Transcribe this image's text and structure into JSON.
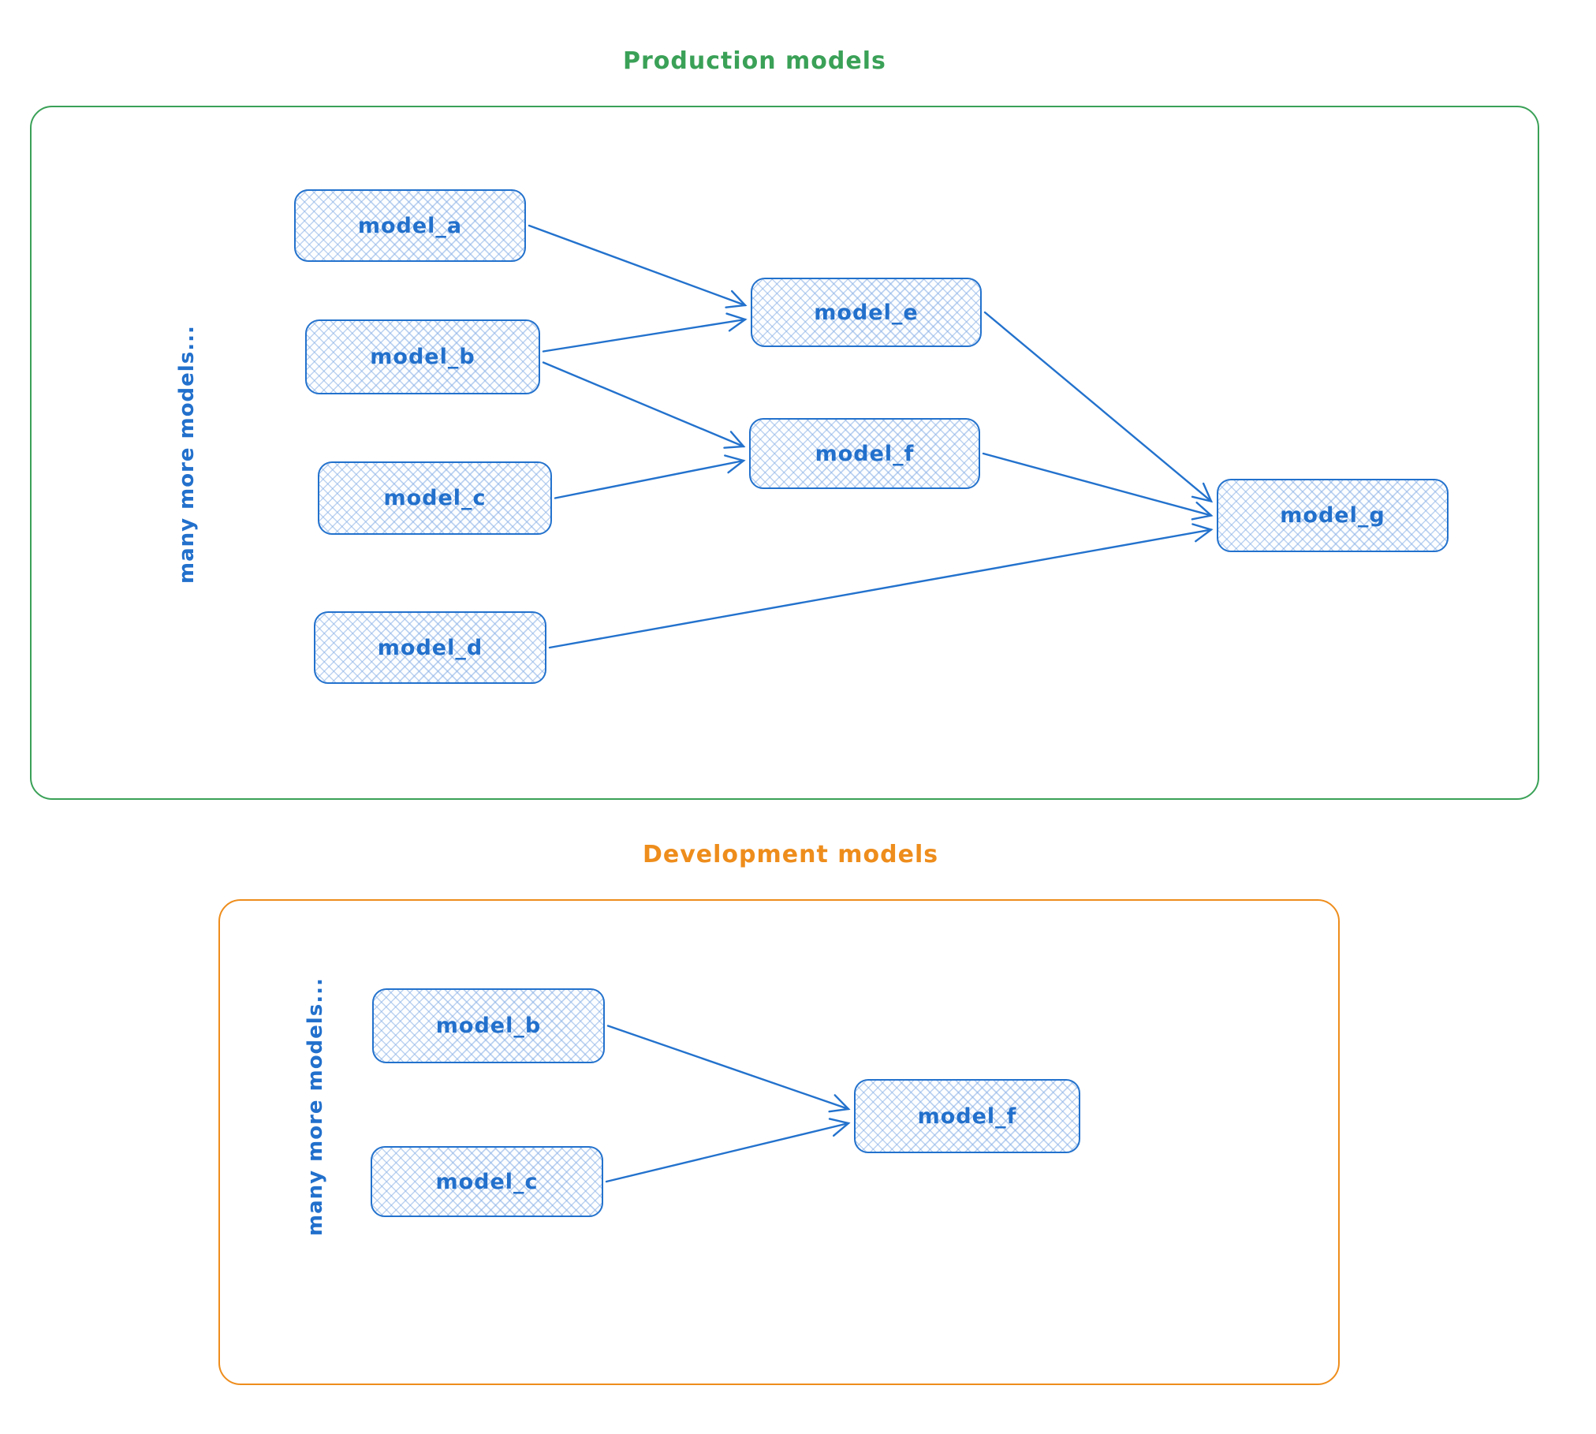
{
  "production": {
    "title": "Production models",
    "side_note": "many more models...",
    "nodes": [
      {
        "id": "prod_model_a",
        "label": "model_a"
      },
      {
        "id": "prod_model_b",
        "label": "model_b"
      },
      {
        "id": "prod_model_c",
        "label": "model_c"
      },
      {
        "id": "prod_model_d",
        "label": "model_d"
      },
      {
        "id": "prod_model_e",
        "label": "model_e"
      },
      {
        "id": "prod_model_f",
        "label": "model_f"
      },
      {
        "id": "prod_model_g",
        "label": "model_g"
      }
    ],
    "edges": [
      {
        "from": "prod_model_a",
        "to": "prod_model_e"
      },
      {
        "from": "prod_model_b",
        "to": "prod_model_e"
      },
      {
        "from": "prod_model_b",
        "to": "prod_model_f"
      },
      {
        "from": "prod_model_c",
        "to": "prod_model_f"
      },
      {
        "from": "prod_model_e",
        "to": "prod_model_g"
      },
      {
        "from": "prod_model_f",
        "to": "prod_model_g"
      },
      {
        "from": "prod_model_d",
        "to": "prod_model_g"
      }
    ]
  },
  "development": {
    "title": "Development models",
    "side_note": "many more models...",
    "nodes": [
      {
        "id": "dev_model_b",
        "label": "model_b"
      },
      {
        "id": "dev_model_c",
        "label": "model_c"
      },
      {
        "id": "dev_model_f",
        "label": "model_f"
      }
    ],
    "edges": [
      {
        "from": "dev_model_b",
        "to": "dev_model_f"
      },
      {
        "from": "dev_model_c",
        "to": "dev_model_f"
      }
    ]
  },
  "colors": {
    "node_stroke": "#2372cd",
    "node_text": "#2270cc",
    "node_hatch": "#88b0e5",
    "production_accent": "#3aa157",
    "development_accent": "#ee8d1c"
  }
}
